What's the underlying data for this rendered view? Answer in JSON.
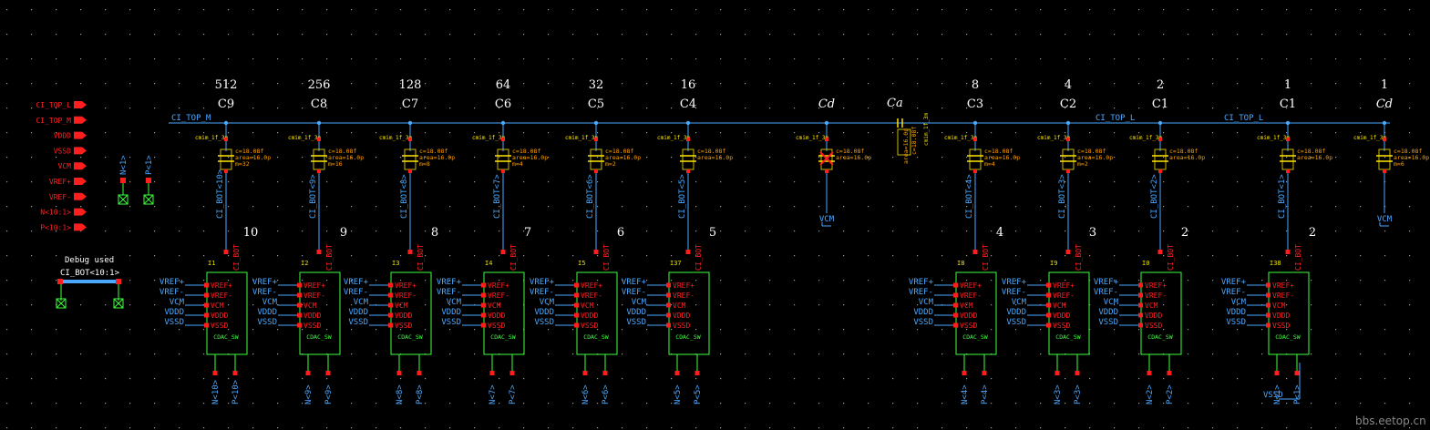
{
  "colors": {
    "wire": "#4aa8ff",
    "pin": "#ff1e1e",
    "cap": "#ffe400",
    "instance_body": "#3dff3d",
    "pin_label": "#ff2020",
    "params": "#ffa000",
    "background": "#000000"
  },
  "io_pins": [
    "CI_TOP_L",
    "CI_TOP_M",
    "VDDD",
    "VSSD",
    "VCM",
    "VREF+",
    "VREF-",
    "N<10:1>",
    "P<10:1>"
  ],
  "probes": [
    {
      "label": "N<1>"
    },
    {
      "label": "P<1>"
    }
  ],
  "debug": {
    "title": "Debug used",
    "bus_label": "CI_BOT<10:1>"
  },
  "net_labels": {
    "top_m": "CI_TOP_M",
    "top_l_1": "CI_TOP_L",
    "top_l_2": "CI_TOP_L",
    "vcm": "VCM",
    "vssd": "VSSD"
  },
  "caps": [
    {
      "weight": "512",
      "name": "C9",
      "cell": "cmim_1f_3m",
      "params": [
        "c=18.08f",
        "area=16.0p",
        "m=32"
      ],
      "bot": "CI_BOT<10>"
    },
    {
      "weight": "256",
      "name": "C8",
      "cell": "cmim_1f_3m",
      "params": [
        "c=18.08f",
        "area=16.0p",
        "m=16"
      ],
      "bot": "CI_BOT<9>"
    },
    {
      "weight": "128",
      "name": "C7",
      "cell": "cmim_1f_3m",
      "params": [
        "c=18.08f",
        "area=16.0p",
        "m=8"
      ],
      "bot": "CI_BOT<8>"
    },
    {
      "weight": "64",
      "name": "C6",
      "cell": "cmim_1f_3m",
      "params": [
        "c=18.08f",
        "area=16.0p",
        "m=4"
      ],
      "bot": "CI_BOT<7>"
    },
    {
      "weight": "32",
      "name": "C5",
      "cell": "cmim_1f_3m",
      "params": [
        "c=18.08f",
        "area=16.0p",
        "m=2"
      ],
      "bot": "CI_BOT<6>"
    },
    {
      "weight": "16",
      "name": "C4",
      "cell": "cmim_1f_3m",
      "params": [
        "c=18.08f",
        "area=16.0p"
      ],
      "bot": "CI_BOT<5>"
    },
    {
      "weight": "",
      "name": "Cd",
      "cell": "cmim_1f_3m",
      "params": [
        "c=18.08f",
        "area=16.0p"
      ],
      "bot": "VCM"
    },
    {
      "weight": "8",
      "name": "C3",
      "cell": "cmim_1f_3m",
      "params": [
        "c=18.08f",
        "area=16.0p",
        "m=4"
      ],
      "bot": "CI_BOT<4>"
    },
    {
      "weight": "4",
      "name": "C2",
      "cell": "cmim_1f_3m",
      "params": [
        "c=18.08f",
        "area=16.0p",
        "m=2"
      ],
      "bot": "CI_BOT<3>"
    },
    {
      "weight": "2",
      "name": "C1",
      "cell": "cmim_1f_3m",
      "params": [
        "c=18.08f",
        "area=16.0p"
      ],
      "bot": "CI_BOT<2>"
    },
    {
      "weight": "1",
      "name": "C1",
      "cell": "cmim_1f_3m",
      "params": [
        "c=18.08f",
        "area=16.0p"
      ],
      "bot": "CI_BOT<1>"
    },
    {
      "weight": "1",
      "name": "Cd",
      "cell": "cmim_1f_3m",
      "params": [
        "c=18.08f",
        "area=16.0p",
        "m=6"
      ],
      "bot": "VCM"
    }
  ],
  "ca": {
    "name": "Ca",
    "cell": "cmim_1f_3m",
    "params": [
      "c=18.08f",
      "area=16.0p"
    ]
  },
  "switches": [
    {
      "inst": "I1",
      "index": "10",
      "n": "N<10>",
      "p": "P<10>"
    },
    {
      "inst": "I2",
      "index": "9",
      "n": "N<9>",
      "p": "P<9>"
    },
    {
      "inst": "I3",
      "index": "8",
      "n": "N<8>",
      "p": "P<8>"
    },
    {
      "inst": "I4",
      "index": "7",
      "n": "N<7>",
      "p": "P<7>"
    },
    {
      "inst": "I5",
      "index": "6",
      "n": "N<6>",
      "p": "P<6>"
    },
    {
      "inst": "I37",
      "index": "5",
      "n": "N<5>",
      "p": "P<5>"
    },
    {
      "inst": "I8",
      "index": "4",
      "n": "N<4>",
      "p": "P<4>"
    },
    {
      "inst": "I9",
      "index": "3",
      "n": "N<3>",
      "p": "P<3>"
    },
    {
      "inst": "I0",
      "index": "2",
      "n": "N<2>",
      "p": "P<2>"
    },
    {
      "inst": "I38",
      "index": "2",
      "n": "N<1>",
      "p": "P<1>"
    }
  ],
  "switch_pins": [
    "VREF+",
    "VREF-",
    "VCM",
    "VDDD",
    "VSSD"
  ],
  "switch_cell": "CDAC_SW",
  "switch_bot_pin": "CI_BOT",
  "watermark": "bbs.eetop.cn"
}
